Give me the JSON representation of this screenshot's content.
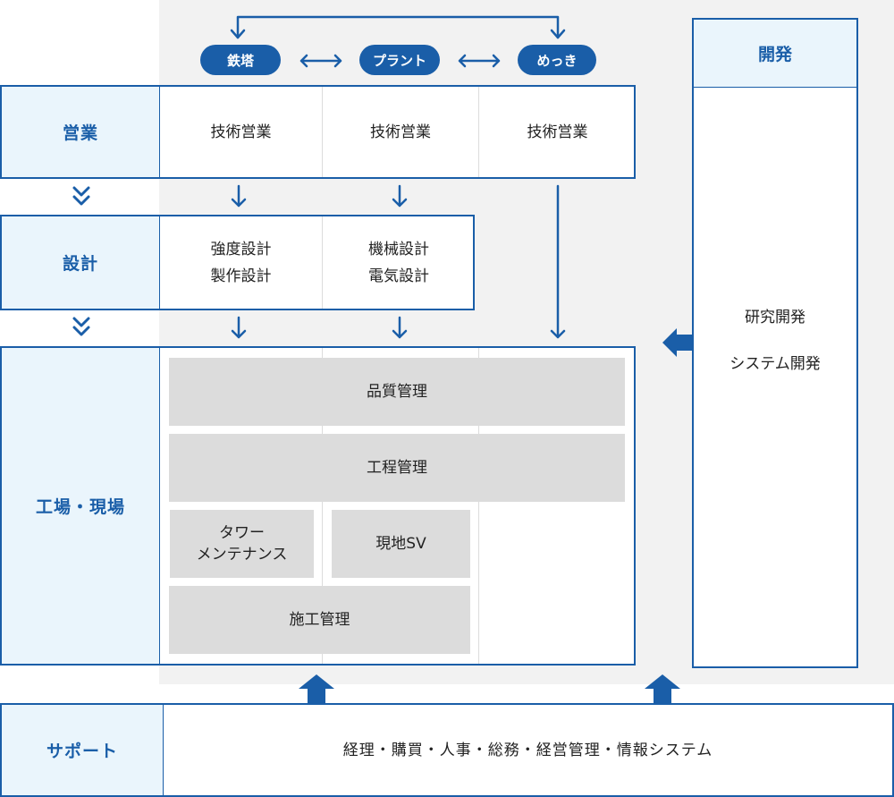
{
  "top_pills": [
    "鉄塔",
    "プラント",
    "めっき"
  ],
  "sales": {
    "label": "営業",
    "cells": [
      "技術営業",
      "技術営業",
      "技術営業"
    ]
  },
  "design": {
    "label": "設計",
    "col1": [
      "強度設計",
      "製作設計"
    ],
    "col2": [
      "機械設計",
      "電気設計"
    ]
  },
  "factory": {
    "label": "工場・現場",
    "quality": "品質管理",
    "process": "工程管理",
    "tower_maintenance": [
      "タワー",
      "メンテナンス"
    ],
    "onsite_sv": "現地SV",
    "construction": "施工管理"
  },
  "development": {
    "label": "開発",
    "items": [
      "研究開発",
      "システム開発"
    ]
  },
  "support": {
    "label": "サポート",
    "text": "経理・購買・人事・総務・経営管理・情報システム"
  },
  "colors": {
    "primary_blue": "#1a5ea8",
    "header_fill": "#eaf5fc",
    "task_gray": "#dcdcdc",
    "background_gray": "#f2f2f2"
  }
}
